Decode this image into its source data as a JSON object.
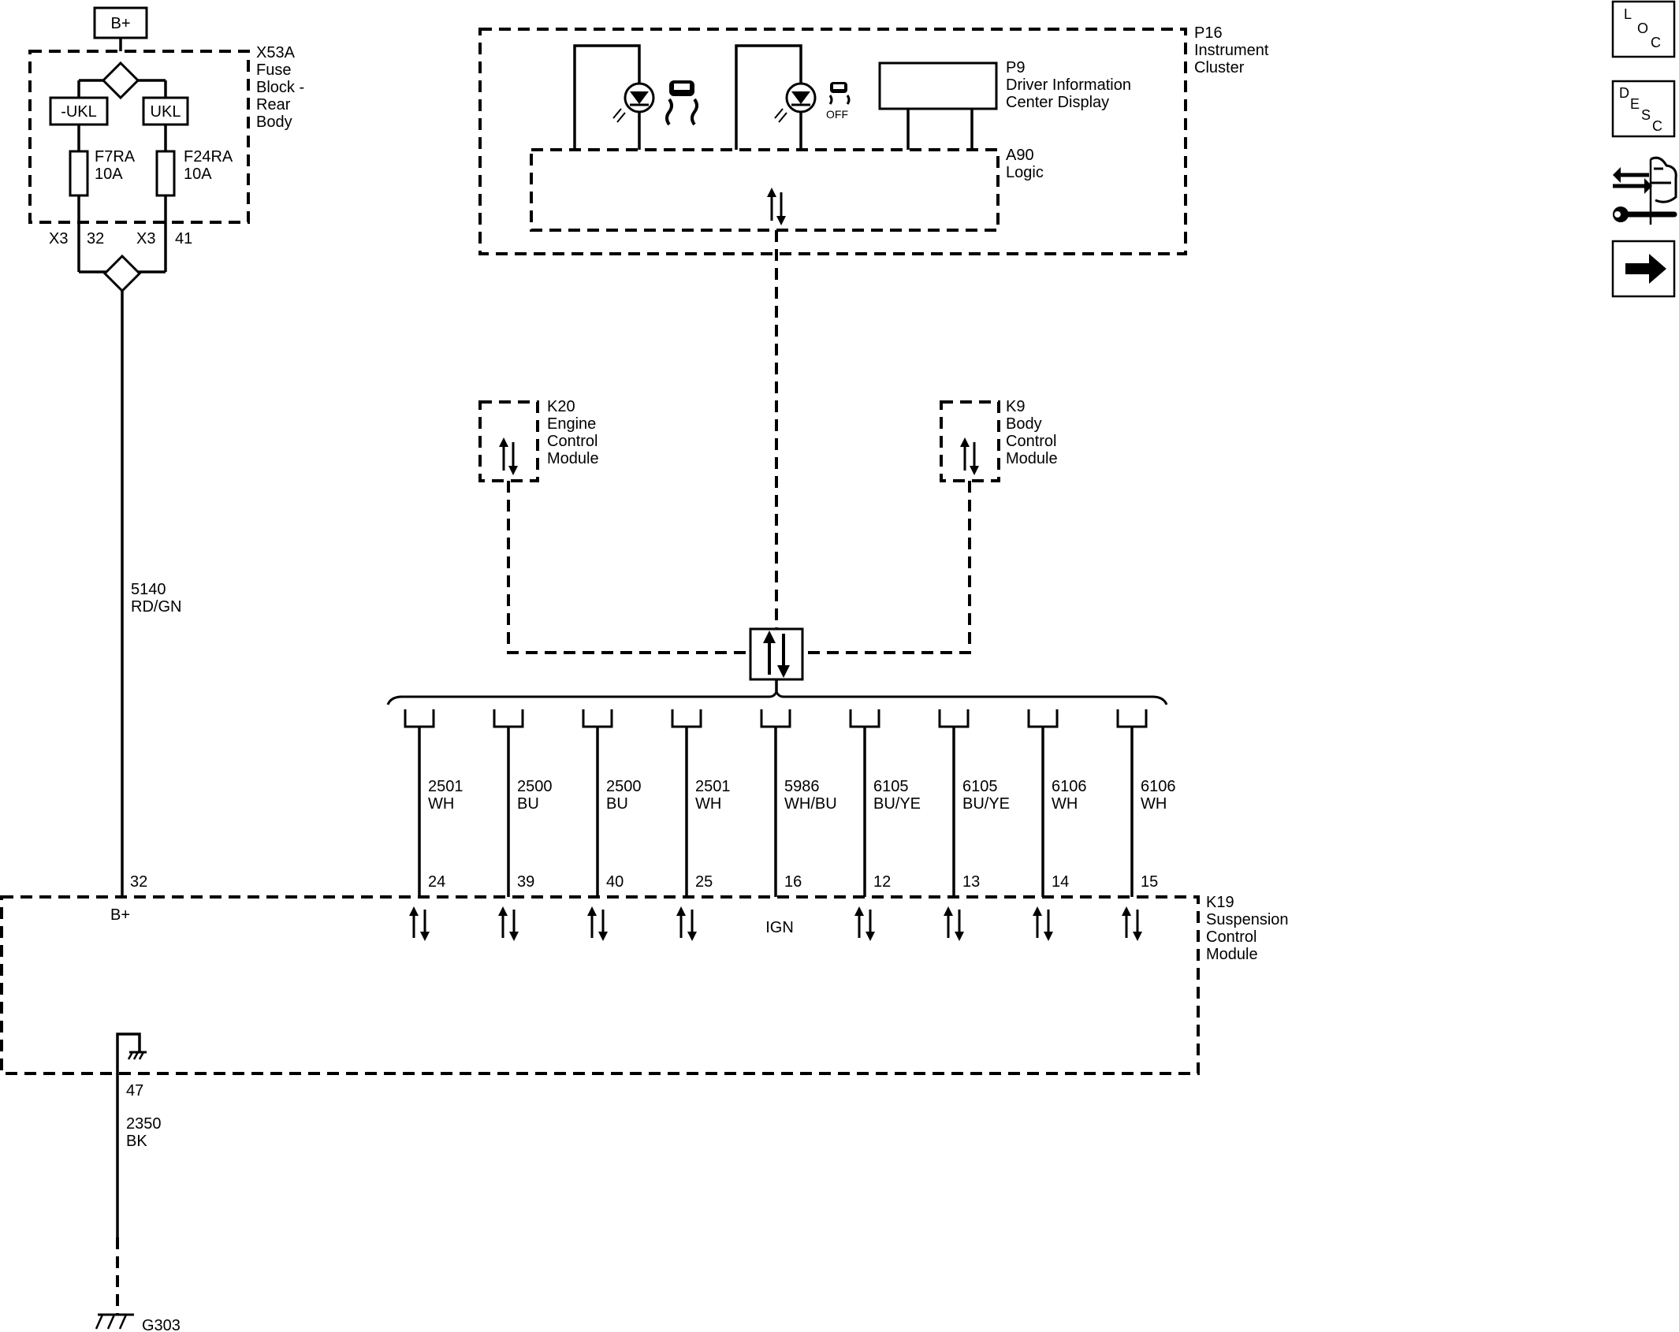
{
  "power": {
    "label": "B+"
  },
  "fuse_block": {
    "id": "X53A",
    "name_lines": [
      "Fuse",
      "Block -",
      "Rear",
      "Body"
    ],
    "relay_left": "-UKL",
    "relay_right": "UKL",
    "fuses": [
      {
        "id": "F7RA",
        "rating": "10A",
        "connector": "X3",
        "pin": "32"
      },
      {
        "id": "F24RA",
        "rating": "10A",
        "connector": "X3",
        "pin": "41"
      }
    ]
  },
  "feed_wire": {
    "circuit": "5140",
    "color": "RD/GN"
  },
  "instrument_cluster": {
    "id": "P16",
    "name_lines": [
      "Instrument",
      "Cluster"
    ],
    "display": {
      "id": "P9",
      "name_lines": [
        "Driver Information",
        "Center Display"
      ]
    },
    "logic": {
      "id": "A90",
      "name": "Logic"
    },
    "indicator_off_label": "OFF"
  },
  "ecm": {
    "id": "K20",
    "name_lines": [
      "Engine",
      "Control",
      "Module"
    ]
  },
  "bcm": {
    "id": "K9",
    "name_lines": [
      "Body",
      "Control",
      "Module"
    ]
  },
  "scm": {
    "id": "K19",
    "name_lines": [
      "Suspension",
      "Control",
      "Module"
    ],
    "power_pin": "32",
    "power_label": "B+",
    "ign_label": "IGN",
    "ground_pin": "47"
  },
  "bus_wires": [
    {
      "circuit": "2501",
      "color": "WH",
      "pin": "24"
    },
    {
      "circuit": "2500",
      "color": "BU",
      "pin": "39"
    },
    {
      "circuit": "2500",
      "color": "BU",
      "pin": "40"
    },
    {
      "circuit": "2501",
      "color": "WH",
      "pin": "25"
    },
    {
      "circuit": "5986",
      "color": "WH/BU",
      "pin": "16"
    },
    {
      "circuit": "6105",
      "color": "BU/YE",
      "pin": "12"
    },
    {
      "circuit": "6105",
      "color": "BU/YE",
      "pin": "13"
    },
    {
      "circuit": "6106",
      "color": "WH",
      "pin": "14"
    },
    {
      "circuit": "6106",
      "color": "WH",
      "pin": "15"
    }
  ],
  "ground_wire": {
    "circuit": "2350",
    "color": "BK",
    "ground_id": "G303"
  },
  "side_buttons": {
    "loc": [
      "L",
      "O",
      "C"
    ],
    "desc": [
      "D",
      "E",
      "S",
      "C"
    ]
  }
}
